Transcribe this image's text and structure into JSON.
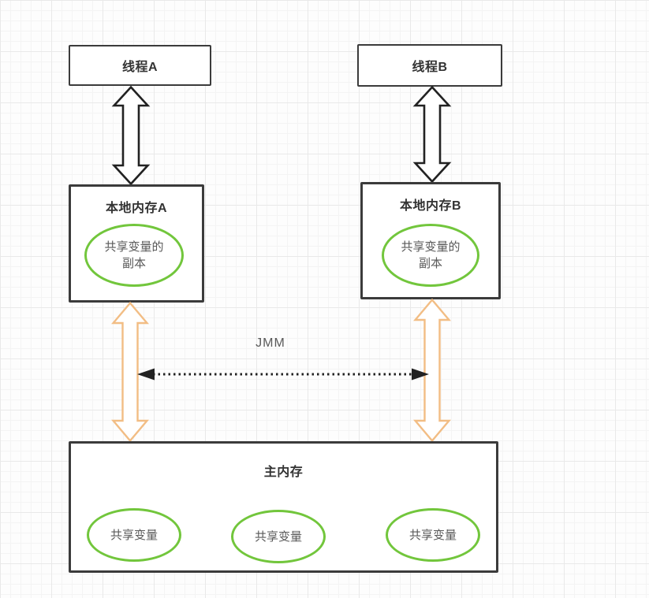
{
  "colors": {
    "green": "#72c63c",
    "orange": "#f2bd84",
    "stroke": "#3b3b3b",
    "arrow_black": "#222222",
    "text_dark": "#333333",
    "text_gray": "#595959"
  },
  "nodes": {
    "thread_a": {
      "label": "线程A"
    },
    "thread_b": {
      "label": "线程B"
    },
    "local_memory_a": {
      "title": "本地内存A",
      "copy_line1": "共享变量的",
      "copy_line2": "副本"
    },
    "local_memory_b": {
      "title": "本地内存B",
      "copy_line1": "共享变量的",
      "copy_line2": "副本"
    },
    "main_memory": {
      "title": "主内存",
      "shared_vars": [
        "共享变量",
        "共享变量",
        "共享变量"
      ]
    }
  },
  "labels": {
    "jmm": "JMM"
  }
}
